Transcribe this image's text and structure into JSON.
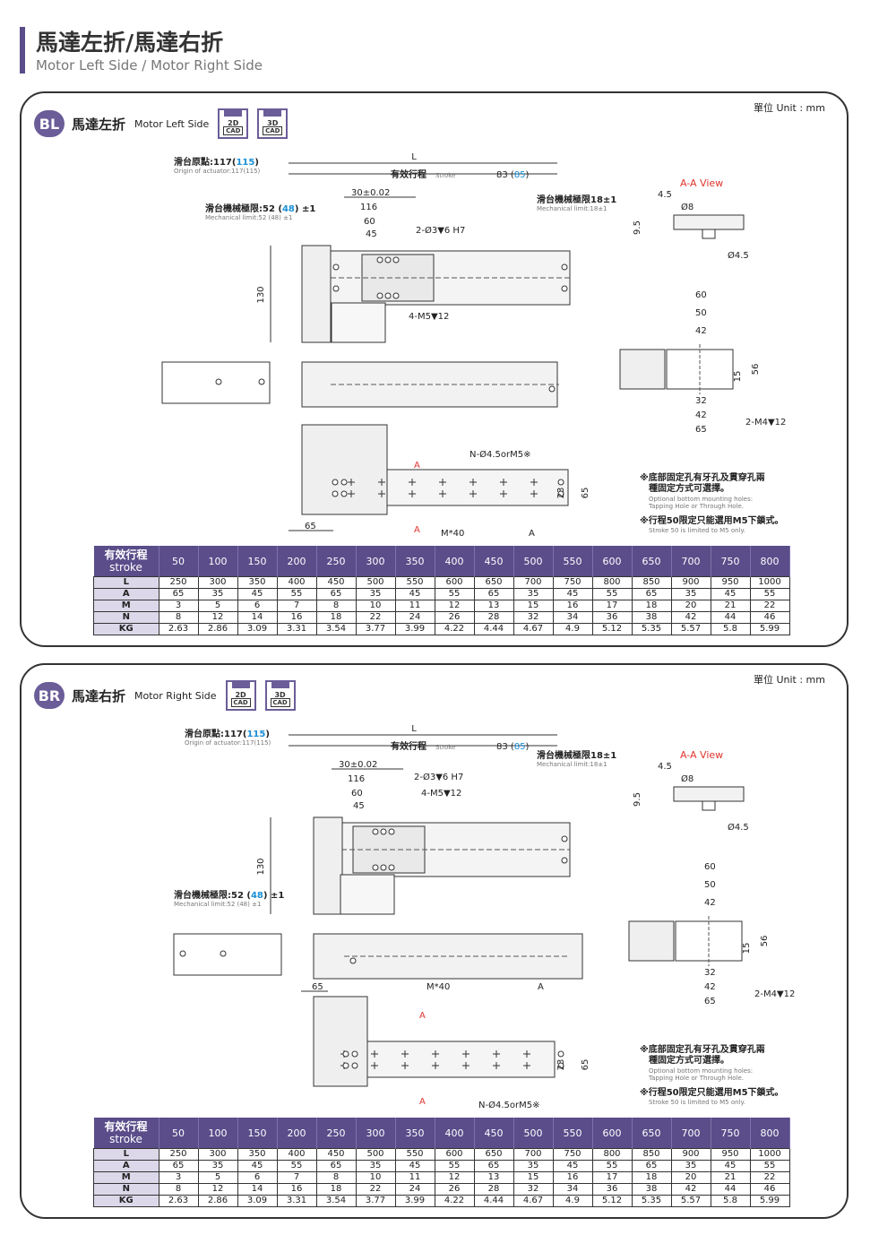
{
  "header": {
    "title": "馬達左折/馬達右折",
    "subtitle": "Motor Left Side / Motor Right Side"
  },
  "colors": {
    "accent": "#5a4d8a",
    "value_blue": "#1a8fd6",
    "view_red": "#e0342c"
  },
  "cad_labels": {
    "cad2": "2D",
    "cad3": "3D",
    "cad_word": "CAD"
  },
  "drawing": {
    "origin_cn": "滑台原點:117(",
    "origin_blue": "115",
    "origin_close": ")",
    "origin_en": "Origin of actuator:117(115)",
    "L": "L",
    "stroke_cn": "有效行程",
    "stroke_en": "Stroke",
    "end_83": "83 (",
    "end_85": "85",
    "end_close": ")",
    "d_30": "30±0.02",
    "d_116": "116",
    "d_60": "60",
    "d_45": "45",
    "mech_cn": "滑台機械極限:52 (",
    "mech_blue": "48",
    "mech_close": ") ±1",
    "mech_en": "Mechanical limit:52 (48) ±1",
    "mech18_cn": "滑台機械極限18±1",
    "mech18_en": "Mechanical limit:18±1",
    "hole_dowel": "2-Ø3▼6 H7",
    "hole_m5": "4-M5▼12",
    "d_130": "130",
    "aa_view": "A-A View",
    "aa_45": "4.5",
    "aa_8": "Ø8",
    "aa_95": "9.5",
    "aa_phi45": "Ø4.5",
    "e_60": "60",
    "e_50": "50",
    "e_42": "42",
    "e_32": "32",
    "e_42b": "42",
    "e_65": "65",
    "e_15": "15",
    "e_56": "56",
    "hole_m4": "2-M4▼12",
    "hole_n": "N-Ø4.5orM5※",
    "label_a": "A",
    "b_65": "65",
    "b_m40": "M*40",
    "b_a": "A",
    "b_23": "23",
    "b_65v": "65",
    "note1_cn_1": "※底部固定孔有牙孔及貫穿孔兩",
    "note1_cn_2": "種固定方式可選擇。",
    "note1_en_1": "Optional bottom mounting holes:",
    "note1_en_2": "Tapping Hole or Through Hole.",
    "note2_cn": "※行程50限定只能選用M5下鎖式。",
    "note2_en": "Stroke 50 is limited to M5 only."
  },
  "sections": [
    {
      "code": "BL",
      "title": "馬達左折",
      "subtitle": "Motor Left Side",
      "unit": "單位 Unit : mm"
    },
    {
      "code": "BR",
      "title": "馬達右折",
      "subtitle": "Motor Right Side",
      "unit": "單位 Unit : mm"
    }
  ],
  "spec_table": {
    "header_cn": "有效行程",
    "header_en": "stroke",
    "strokes": [
      "50",
      "100",
      "150",
      "200",
      "250",
      "300",
      "350",
      "400",
      "450",
      "500",
      "550",
      "600",
      "650",
      "700",
      "750",
      "800"
    ],
    "rows": [
      {
        "label": "L",
        "values": [
          "250",
          "300",
          "350",
          "400",
          "450",
          "500",
          "550",
          "600",
          "650",
          "700",
          "750",
          "800",
          "850",
          "900",
          "950",
          "1000"
        ]
      },
      {
        "label": "A",
        "values": [
          "65",
          "35",
          "45",
          "55",
          "65",
          "35",
          "45",
          "55",
          "65",
          "35",
          "45",
          "55",
          "65",
          "35",
          "45",
          "55"
        ]
      },
      {
        "label": "M",
        "values": [
          "3",
          "5",
          "6",
          "7",
          "8",
          "10",
          "11",
          "12",
          "13",
          "15",
          "16",
          "17",
          "18",
          "20",
          "21",
          "22"
        ]
      },
      {
        "label": "N",
        "values": [
          "8",
          "12",
          "14",
          "16",
          "18",
          "22",
          "24",
          "26",
          "28",
          "32",
          "34",
          "36",
          "38",
          "42",
          "44",
          "46"
        ]
      },
      {
        "label": "KG",
        "values": [
          "2.63",
          "2.86",
          "3.09",
          "3.31",
          "3.54",
          "3.77",
          "3.99",
          "4.22",
          "4.44",
          "4.67",
          "4.9",
          "5.12",
          "5.35",
          "5.57",
          "5.8",
          "5.99"
        ]
      }
    ]
  }
}
